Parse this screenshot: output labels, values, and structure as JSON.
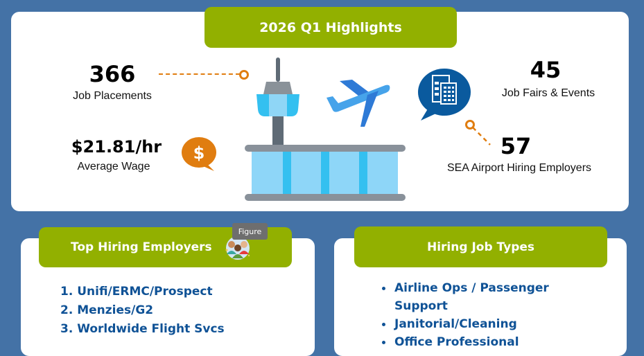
{
  "header": {
    "title": "2026 Q1 Highlights"
  },
  "stats": {
    "placements": {
      "value": "366",
      "label": "Job Placements"
    },
    "wage": {
      "value": "$21.81/hr",
      "label": "Average Wage"
    },
    "job_fairs": {
      "value": "45",
      "label": "Job Fairs & Events"
    },
    "employers": {
      "value": "57",
      "label": "SEA Airport Hiring Employers"
    }
  },
  "icons": {
    "wage": "dollar-speech-bubble-icon",
    "buildings": "buildings-speech-bubble-icon",
    "airport": "airport-tower-terminal-icon",
    "plane": "airplane-icon",
    "people": "people-group-icon"
  },
  "top_employers": {
    "title": "Top Hiring Employers",
    "tooltip": "Figure",
    "items": [
      "1. Unifi/ERMC/Prospect",
      "2. Menzies/G2",
      "3. Worldwide Flight Svcs"
    ]
  },
  "job_types": {
    "title": "Hiring Job Types",
    "items": [
      "Airline Ops / Passenger Support",
      "Janitorial/Cleaning",
      "Office Professional"
    ]
  },
  "colors": {
    "background": "#4472a6",
    "accent_green": "#92b000",
    "orange": "#e07d10",
    "navy": "#0f5296",
    "text_blue": "#0f5296"
  }
}
